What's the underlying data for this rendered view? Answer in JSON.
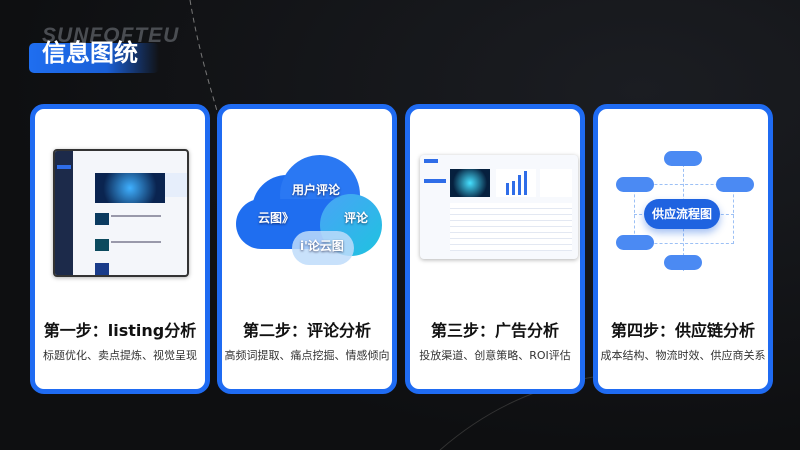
{
  "header": {
    "title": "信息图统",
    "watermark": "SUNFOFTEU"
  },
  "cards": [
    {
      "step": "第一步：listing分析",
      "desc": "标题优化、卖点提炼、视觉呈现",
      "visual": "listing-page-screenshot"
    },
    {
      "step": "第二步：评论分析",
      "desc": "高频词提取、痛点挖掘、情感倾向",
      "visual": "word-cloud",
      "cloud_labels": [
        "用户评论",
        "云图》",
        "评论",
        "i'论云图"
      ]
    },
    {
      "step": "第三步：广告分析",
      "desc": "投放渠道、创意策略、ROI评估",
      "visual": "ad-dashboard-screenshot"
    },
    {
      "step": "第四步：供应链分析",
      "desc": "成本结构、物流时效、供应商关系",
      "visual": "flow-chart",
      "center_label": "供应流程图"
    }
  ],
  "colors": {
    "accent": "#1f6bf2",
    "background": "#111214",
    "card": "#ffffff"
  }
}
